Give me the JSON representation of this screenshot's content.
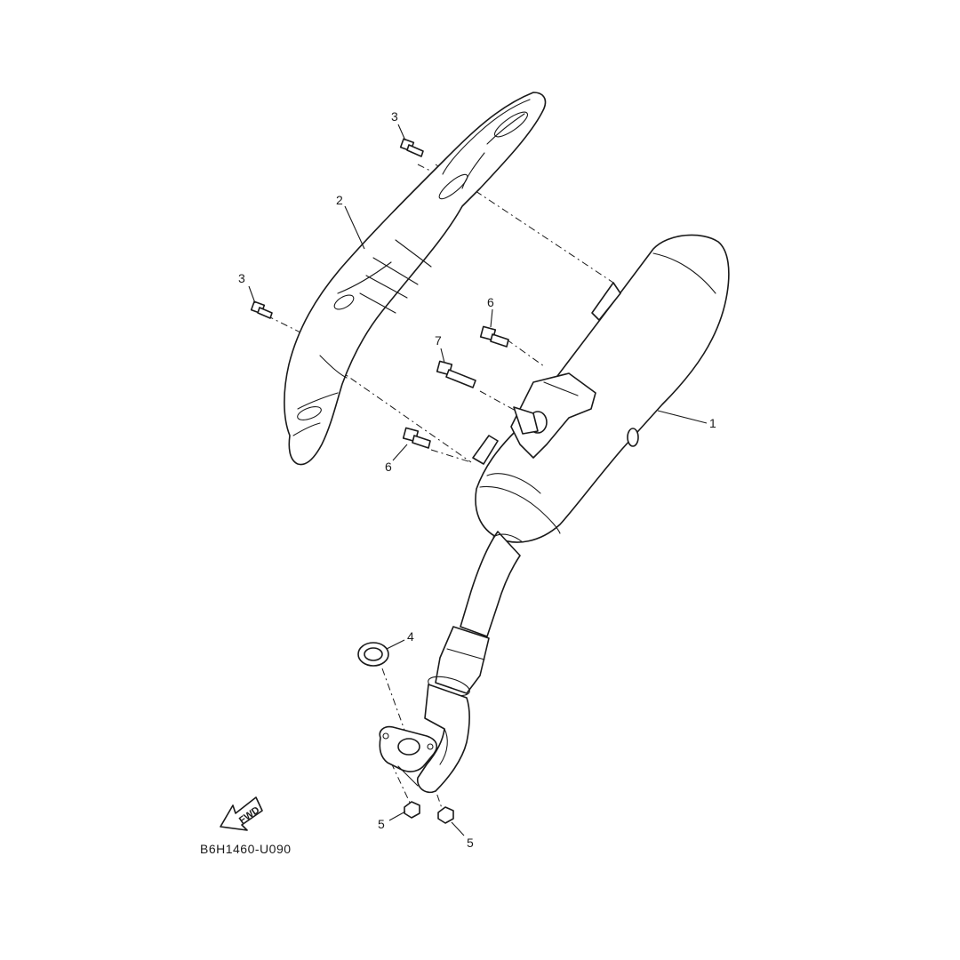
{
  "diagram": {
    "drawing_code": "B6H1460-U090",
    "direction_label": "FWD",
    "callouts": {
      "muffler": "1",
      "protector": "2",
      "bolt_top": "3",
      "bolt_left": "3",
      "gasket": "4",
      "nut_left": "5",
      "nut_right": "5",
      "bolt_upper": "6",
      "bolt_lower": "6",
      "bolt_long": "7"
    }
  }
}
